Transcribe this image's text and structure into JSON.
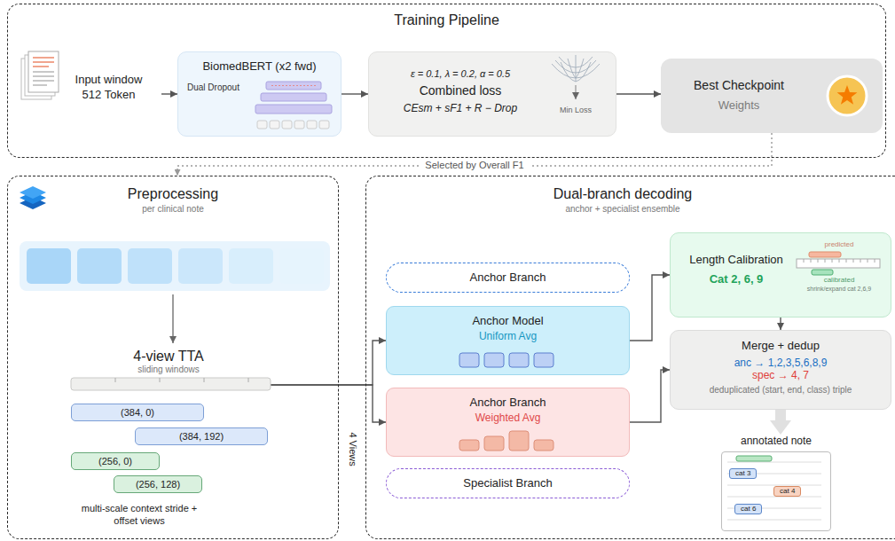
{
  "diagram": {
    "nodes": [
      {
        "text": [
          "Training Pipeline"
        ]
      },
      {
        "text": [
          "Input window 512 Token"
        ],
        "in": 0
      },
      {
        "text": [
          "BiomedBERT (x2 fwd)",
          "Dual Dropout"
        ],
        "in": 0
      },
      {
        "text": [
          "ε = 0.1, λ = 0.2, α = 0.5",
          "Combined loss",
          "CEsm + sF1 + R − Drop",
          "Min Loss"
        ],
        "in": 0
      },
      {
        "text": [
          "Best Checkpoint",
          "Weights"
        ],
        "in": 0
      },
      {
        "text": [
          "Preprocessing",
          "per clinical note"
        ]
      },
      {
        "text": [
          "4-view TTA",
          "sliding windows"
        ],
        "in": 5
      },
      {
        "text": [
          "(384, 0)"
        ],
        "in": 5
      },
      {
        "text": [
          "(384, 192)"
        ],
        "in": 5
      },
      {
        "text": [
          "(256, 0)"
        ],
        "in": 5
      },
      {
        "text": [
          "(256, 128)"
        ],
        "in": 5
      },
      {
        "text": [
          "Dual-branch decoding",
          "anchor + specialist ensemble"
        ]
      },
      {
        "text": [
          "Anchor Branch"
        ],
        "in": 11
      },
      {
        "text": [
          "Anchor Model",
          "Uniform Avg"
        ],
        "in": 11
      },
      {
        "text": [
          "Anchor Branch",
          "Weighted Avg"
        ],
        "in": 11
      },
      {
        "text": [
          "Specialist Branch"
        ],
        "in": 11
      },
      {
        "text": [
          "Length Calibration",
          "Cat 2, 6, 9",
          "predicted",
          "calibrated",
          "shrink/expand cat 2,6,9"
        ],
        "in": 11
      },
      {
        "text": [
          "Merge + dedup",
          "anc → 1,2,3,5,6,8,9",
          "spec → 4, 7",
          "deduplicated (start, end, class) triple"
        ],
        "in": 11
      },
      {
        "text": [
          "annotated note",
          "cat 3",
          "cat 4",
          "cat 6"
        ],
        "in": 11
      }
    ],
    "edges": [
      {
        "from": 1,
        "to": 2,
        "arrow": "to"
      },
      {
        "from": 2,
        "to": 3,
        "arrow": "to"
      },
      {
        "from": 3,
        "to": 4,
        "arrow": "to"
      },
      {
        "from": 4,
        "to": 5,
        "arrow": "to",
        "label": "Selected by Overall F1"
      },
      {
        "from": 6,
        "to": 13,
        "arrow": "to"
      },
      {
        "from": 6,
        "to": 14,
        "arrow": "to"
      },
      {
        "from": 13,
        "to": 16,
        "arrow": "to"
      },
      {
        "from": 16,
        "to": 17,
        "arrow": "to"
      },
      {
        "from": 14,
        "to": 17,
        "arrow": "to"
      },
      {
        "from": 17,
        "to": 18,
        "arrow": "to"
      }
    ],
    "labels": [
      "4 Views",
      "multi-scale context stride + offset views"
    ]
  }
}
